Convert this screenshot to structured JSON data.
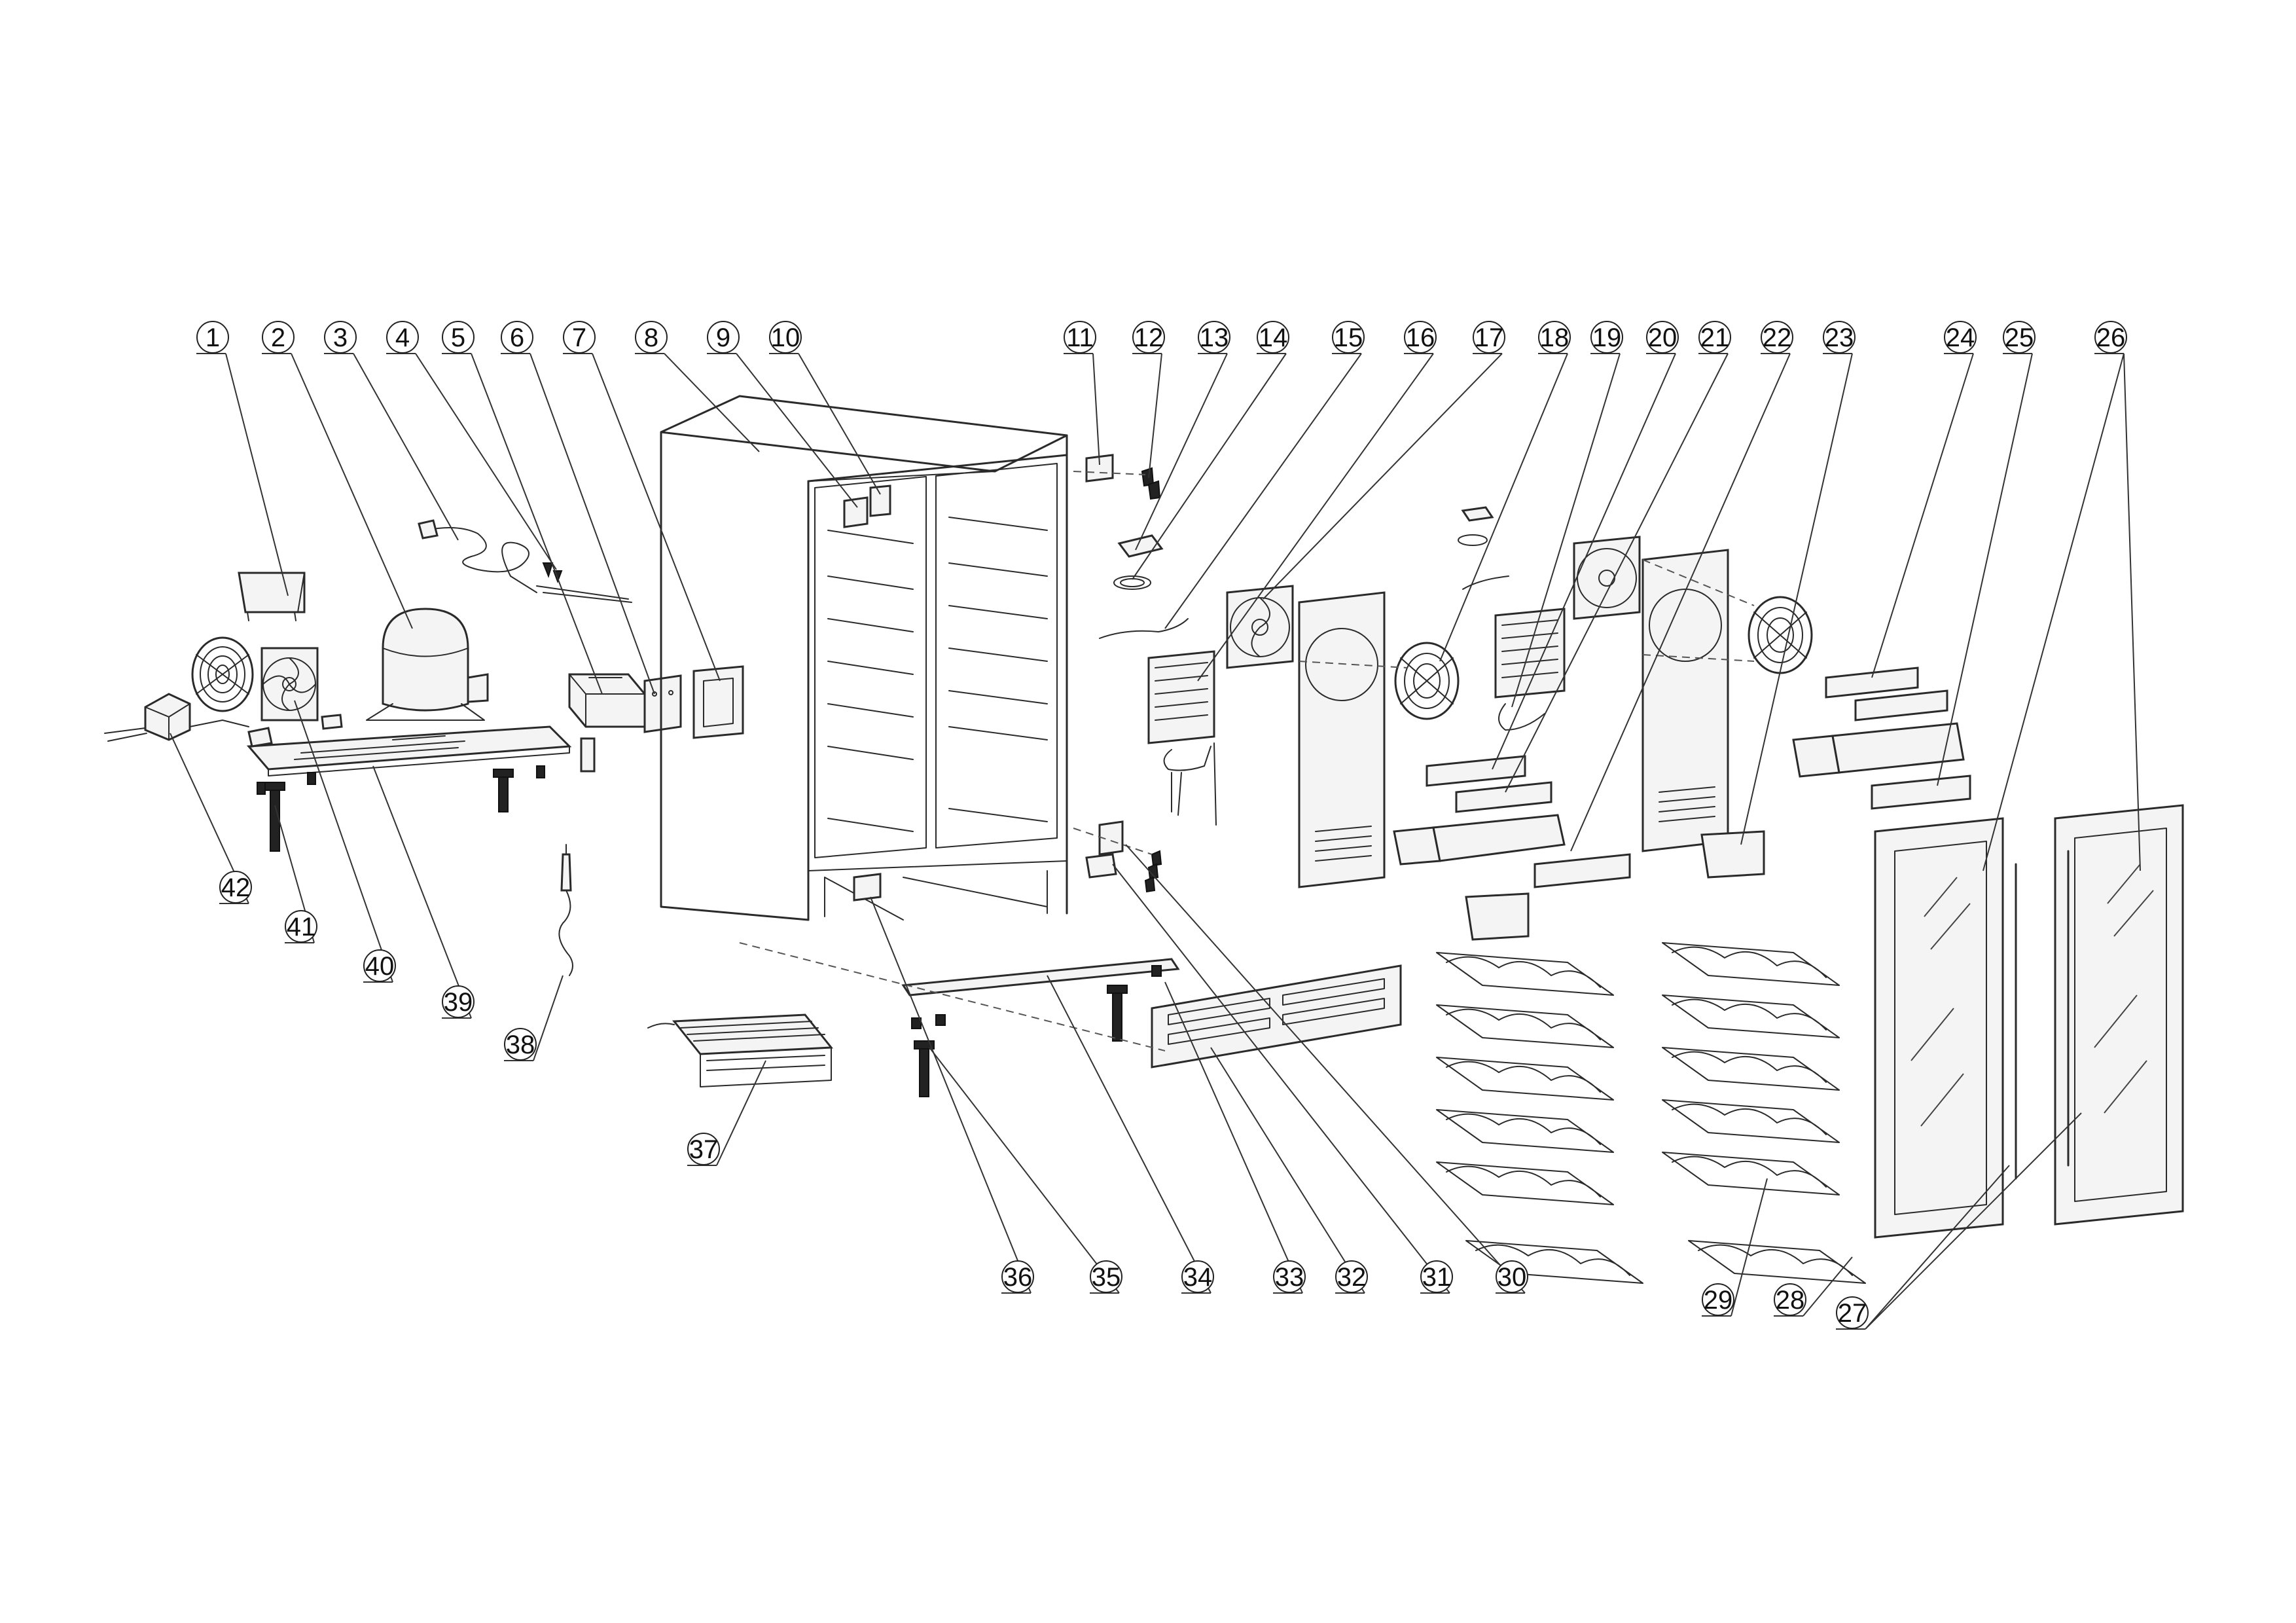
{
  "callouts": [
    {
      "label": "1"
    },
    {
      "label": "2"
    },
    {
      "label": "3"
    },
    {
      "label": "4"
    },
    {
      "label": "5"
    },
    {
      "label": "6"
    },
    {
      "label": "7"
    },
    {
      "label": "8"
    },
    {
      "label": "9"
    },
    {
      "label": "10"
    },
    {
      "label": "11"
    },
    {
      "label": "12"
    },
    {
      "label": "13"
    },
    {
      "label": "14"
    },
    {
      "label": "15"
    },
    {
      "label": "16"
    },
    {
      "label": "17"
    },
    {
      "label": "18"
    },
    {
      "label": "19"
    },
    {
      "label": "20"
    },
    {
      "label": "21"
    },
    {
      "label": "22"
    },
    {
      "label": "23"
    },
    {
      "label": "24"
    },
    {
      "label": "25"
    },
    {
      "label": "26"
    },
    {
      "label": "27"
    },
    {
      "label": "28"
    },
    {
      "label": "29"
    },
    {
      "label": "30"
    },
    {
      "label": "31"
    },
    {
      "label": "32"
    },
    {
      "label": "33"
    },
    {
      "label": "34"
    },
    {
      "label": "35"
    },
    {
      "label": "36"
    },
    {
      "label": "37"
    },
    {
      "label": "38"
    },
    {
      "label": "39"
    },
    {
      "label": "40"
    },
    {
      "label": "41"
    },
    {
      "label": "42"
    }
  ]
}
